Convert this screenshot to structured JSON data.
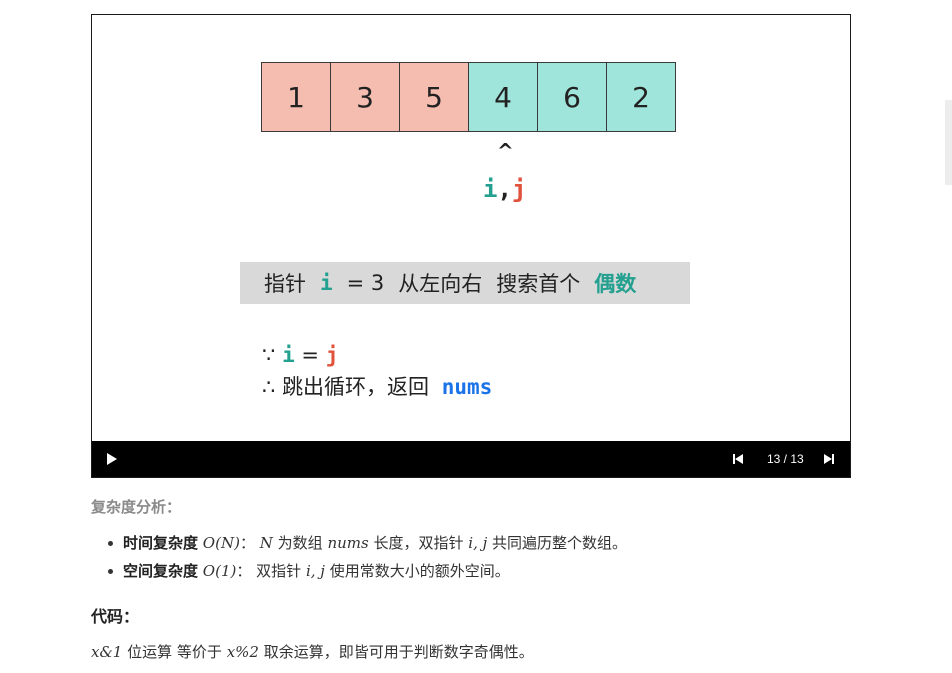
{
  "slide": {
    "cells": [
      {
        "value": "1",
        "kind": "odd"
      },
      {
        "value": "3",
        "kind": "odd"
      },
      {
        "value": "5",
        "kind": "odd"
      },
      {
        "value": "4",
        "kind": "even"
      },
      {
        "value": "6",
        "kind": "even"
      },
      {
        "value": "2",
        "kind": "even"
      }
    ],
    "caret": "^",
    "pointer_i": "i",
    "pointer_comma": ",",
    "pointer_j": "j",
    "banner": {
      "prefix": "指针",
      "var": "i",
      "assign": "= 3",
      "text1": "从左向右",
      "text2": "搜索首个",
      "highlight": "偶数"
    },
    "line1": {
      "symbol": "∵",
      "i": "i",
      "op": "=",
      "j": "j"
    },
    "line2": {
      "symbol": "∴",
      "text": "跳出循环，返回",
      "code": "nums"
    }
  },
  "controls": {
    "play_icon": "play-icon",
    "prev_icon": "skip-back-icon",
    "next_icon": "skip-forward-icon",
    "counter": "13 / 13"
  },
  "colors": {
    "odd_cell": "#f4bdb0",
    "even_cell": "#a0e5db",
    "teal": "#23a08f",
    "red": "#e0523c",
    "blue": "#1a73e8"
  },
  "complexity": {
    "title": "复杂度分析：",
    "items": [
      {
        "label": "时间复杂度",
        "math": "O(N)",
        "colon": "：",
        "desc_pre_math": "N",
        "desc1": "为数组",
        "desc_math2": "nums",
        "desc2": "长度，双指针",
        "desc_math3": "i, j",
        "desc3": "共同遍历整个数组。"
      },
      {
        "label": "空间复杂度",
        "math": "O(1)",
        "colon": "：",
        "desc1": "双指针",
        "desc_math2": "i, j",
        "desc2": "使用常数大小的额外空间。"
      }
    ]
  },
  "code_section": {
    "title": "代码：",
    "para_math1": "x&1",
    "para_text1": "位运算 等价于",
    "para_math2": "x%2",
    "para_text2": "取余运算，即皆可用于判断数字奇偶性。"
  }
}
